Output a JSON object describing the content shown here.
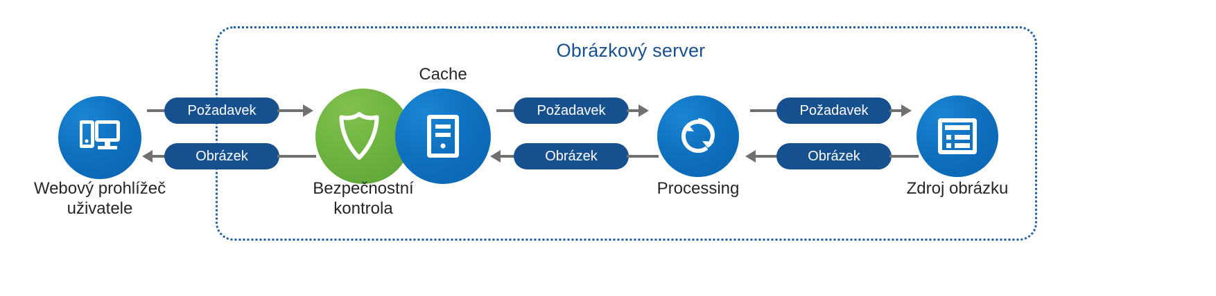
{
  "diagram": {
    "title": "Obrázkový server",
    "boundary_color": "#1f5fa9",
    "title_color": "#17508f",
    "connector_color": "#6f7070",
    "pill_color": "#17508f",
    "node_blue": "#0f71c0",
    "node_green": "#6cb340"
  },
  "nodes": [
    {
      "id": "browser",
      "icon": "desktop-computer-icon",
      "caption": "Webový prohlížeč\nuživatele",
      "color": "#0f71c0"
    },
    {
      "id": "security",
      "icon": "shield-icon",
      "caption": "Bezpečnostní\nkontrola",
      "color": "#6cb340"
    },
    {
      "id": "cache",
      "icon": "server-tower-icon",
      "caption": "Cache",
      "color": "#0f71c0"
    },
    {
      "id": "processing",
      "icon": "refresh-circular-arrow-icon",
      "caption": "Processing",
      "color": "#0f71c0"
    },
    {
      "id": "source",
      "icon": "image-list-icon",
      "caption": "Zdroj obrázku",
      "color": "#0f71c0"
    }
  ],
  "flows": [
    {
      "id": "flow-1-request",
      "label": "Požadavek",
      "direction": "right"
    },
    {
      "id": "flow-1-response",
      "label": "Obrázek",
      "direction": "left"
    },
    {
      "id": "flow-2-request",
      "label": "Požadavek",
      "direction": "right"
    },
    {
      "id": "flow-2-response",
      "label": "Obrázek",
      "direction": "left"
    },
    {
      "id": "flow-3-request",
      "label": "Požadavek",
      "direction": "right"
    },
    {
      "id": "flow-3-response",
      "label": "Obrázek",
      "direction": "left"
    }
  ]
}
